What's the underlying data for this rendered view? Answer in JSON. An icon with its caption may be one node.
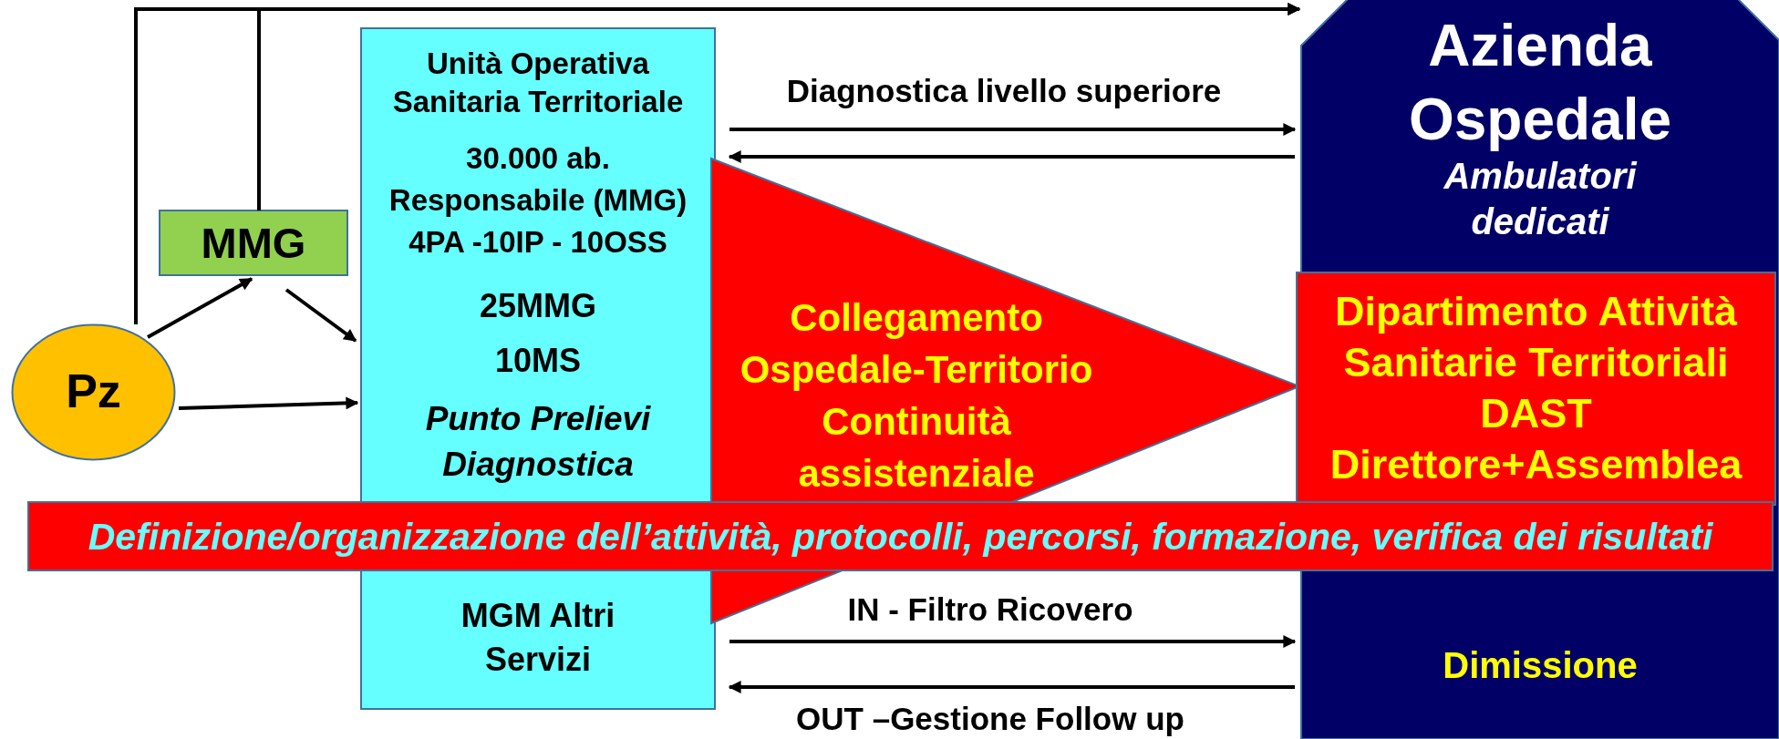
{
  "diagram": {
    "nodes": [
      {
        "text": [
          "Pz"
        ]
      },
      {
        "text": [
          "MMG"
        ]
      },
      {
        "text": [
          "Unità Operativa Sanitaria Territoriale",
          "30.000 ab. Responsabile (MMG) 4PA -10IP - 10OSS",
          "25MMG",
          "10MS",
          "Punto Prelievi Diagnostica",
          "MGM Altri Servizi"
        ]
      },
      {
        "text": [
          "Collegamento Ospedale-Territorio Continuità assistenziale"
        ]
      },
      {
        "text": [
          "Azienda Ospedale",
          "Ambulatori dedicati",
          "Dimissione"
        ]
      },
      {
        "text": [
          "Dipartimento Attività Sanitarie Territoriali DAST Direttore+Assemblea"
        ],
        "in": 4
      },
      {
        "text": [
          "Definizione/organizzazione dell’attività, protocolli, percorsi, formazione, verifica dei risultati"
        ]
      }
    ],
    "edges": [
      {
        "from": 0,
        "to": 1,
        "arrow": "to"
      },
      {
        "from": 1,
        "to": 2,
        "arrow": "to"
      },
      {
        "from": 0,
        "to": 2,
        "arrow": "to"
      },
      {
        "from": 0,
        "to": 4,
        "arrow": "to"
      },
      {
        "from": 1,
        "to": 4,
        "arrow": "to"
      },
      {
        "from": 2,
        "to": 4,
        "arrow": "to",
        "label": "Diagnostica livello superiore"
      },
      {
        "from": 4,
        "to": 2,
        "arrow": "to"
      },
      {
        "from": 2,
        "to": 4,
        "arrow": "to",
        "label": "IN - Filtro Ricovero"
      },
      {
        "from": 4,
        "to": 2,
        "arrow": "to",
        "label": "OUT –Gestione Follow up"
      }
    ]
  }
}
